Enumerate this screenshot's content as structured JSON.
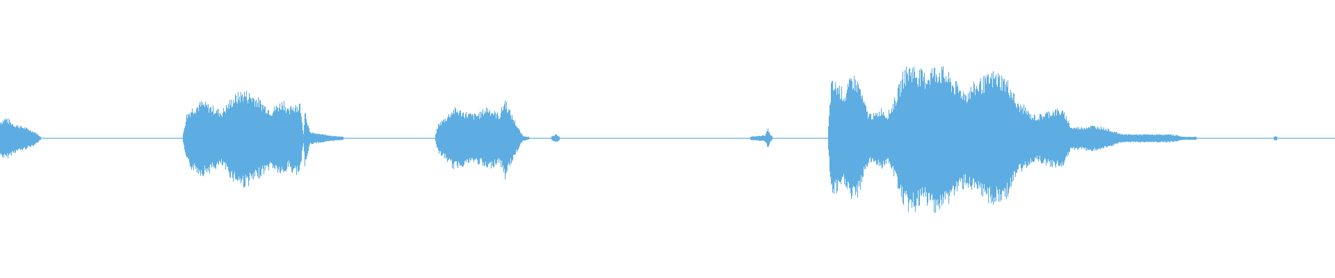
{
  "waveform": {
    "color": "#5dade2",
    "background": "#ffffff",
    "amplitude_envelope": [
      [
        0,
        0.22
      ],
      [
        8,
        0.26
      ],
      [
        20,
        0.18
      ],
      [
        35,
        0.14
      ],
      [
        50,
        0.08
      ],
      [
        58,
        0.02
      ],
      [
        120,
        0.012
      ],
      [
        200,
        0.01
      ],
      [
        262,
        0.012
      ],
      [
        268,
        0.3
      ],
      [
        275,
        0.38
      ],
      [
        290,
        0.46
      ],
      [
        305,
        0.4
      ],
      [
        318,
        0.34
      ],
      [
        335,
        0.52
      ],
      [
        350,
        0.6
      ],
      [
        365,
        0.54
      ],
      [
        378,
        0.44
      ],
      [
        390,
        0.36
      ],
      [
        398,
        0.42
      ],
      [
        408,
        0.48
      ],
      [
        415,
        0.34
      ],
      [
        422,
        0.4
      ],
      [
        430,
        0.46
      ],
      [
        438,
        0.38
      ],
      [
        432,
        0.4
      ],
      [
        425,
        0.46
      ],
      [
        420,
        0.44
      ],
      [
        428,
        0.4
      ],
      [
        433,
        0.28
      ],
      [
        436,
        0.06
      ],
      [
        445,
        0.08
      ],
      [
        455,
        0.06
      ],
      [
        465,
        0.05
      ],
      [
        480,
        0.03
      ],
      [
        500,
        0.015
      ],
      [
        560,
        0.012
      ],
      [
        625,
        0.012
      ],
      [
        630,
        0.18
      ],
      [
        640,
        0.26
      ],
      [
        652,
        0.38
      ],
      [
        665,
        0.34
      ],
      [
        680,
        0.3
      ],
      [
        690,
        0.32
      ],
      [
        700,
        0.4
      ],
      [
        710,
        0.34
      ],
      [
        718,
        0.3
      ],
      [
        726,
        0.5
      ],
      [
        732,
        0.36
      ],
      [
        740,
        0.22
      ],
      [
        748,
        0.08
      ],
      [
        752,
        0.03
      ],
      [
        760,
        0.02
      ],
      [
        790,
        0.012
      ],
      [
        800,
        0.05
      ],
      [
        806,
        0.012
      ],
      [
        860,
        0.012
      ],
      [
        890,
        0.012
      ],
      [
        1000,
        0.01
      ],
      [
        1070,
        0.012
      ],
      [
        1100,
        0.04
      ],
      [
        1104,
        0.12
      ],
      [
        1108,
        0.04
      ],
      [
        1112,
        0.012
      ],
      [
        1190,
        0.012
      ],
      [
        1195,
        0.7
      ],
      [
        1205,
        0.68
      ],
      [
        1215,
        0.56
      ],
      [
        1225,
        0.8
      ],
      [
        1235,
        0.7
      ],
      [
        1240,
        0.52
      ],
      [
        1248,
        0.32
      ],
      [
        1258,
        0.3
      ],
      [
        1268,
        0.38
      ],
      [
        1275,
        0.3
      ],
      [
        1282,
        0.4
      ],
      [
        1290,
        0.58
      ],
      [
        1300,
        0.86
      ],
      [
        1310,
        0.92
      ],
      [
        1320,
        0.86
      ],
      [
        1330,
        0.8
      ],
      [
        1340,
        0.88
      ],
      [
        1350,
        0.9
      ],
      [
        1360,
        0.84
      ],
      [
        1370,
        0.72
      ],
      [
        1380,
        0.64
      ],
      [
        1390,
        0.58
      ],
      [
        1398,
        0.66
      ],
      [
        1408,
        0.72
      ],
      [
        1418,
        0.76
      ],
      [
        1428,
        0.82
      ],
      [
        1438,
        0.8
      ],
      [
        1448,
        0.72
      ],
      [
        1455,
        0.62
      ],
      [
        1462,
        0.44
      ],
      [
        1472,
        0.4
      ],
      [
        1482,
        0.3
      ],
      [
        1492,
        0.28
      ],
      [
        1502,
        0.32
      ],
      [
        1515,
        0.36
      ],
      [
        1525,
        0.36
      ],
      [
        1532,
        0.3
      ],
      [
        1540,
        0.14
      ],
      [
        1555,
        0.14
      ],
      [
        1570,
        0.16
      ],
      [
        1585,
        0.14
      ],
      [
        1598,
        0.1
      ],
      [
        1610,
        0.06
      ],
      [
        1620,
        0.05
      ],
      [
        1640,
        0.05
      ],
      [
        1660,
        0.05
      ],
      [
        1680,
        0.05
      ],
      [
        1692,
        0.04
      ],
      [
        1700,
        0.02
      ],
      [
        1720,
        0.02
      ],
      [
        1740,
        0.012
      ],
      [
        1830,
        0.012
      ],
      [
        1834,
        0.03
      ],
      [
        1838,
        0.012
      ],
      [
        1920,
        0.012
      ]
    ]
  }
}
